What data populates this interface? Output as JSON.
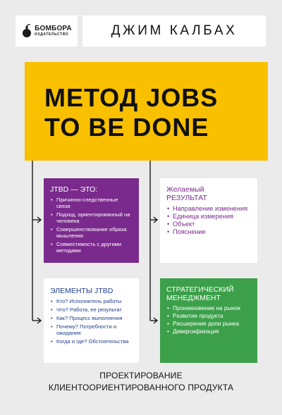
{
  "publisher": {
    "name": "БОМБОРА",
    "subtitle": "ИЗДАТЕЛЬСТВО"
  },
  "author": "ДЖИМ КАЛБАХ",
  "title_lines": [
    "МЕТОД JOBS",
    "TO BE DONE"
  ],
  "cards": {
    "jtbd": {
      "title": "JTBD — ЭТО:",
      "items": [
        "Причинно-следственные связи",
        "Подход, ориентированный на человека",
        "Совершенствование образа мышления",
        "Совместимость с другими методами"
      ]
    },
    "result": {
      "title_lines": [
        "Желаемый",
        "результат"
      ],
      "items": [
        "Направление изменения",
        "Единица измерения",
        "Объект",
        "Пояснение"
      ]
    },
    "elements": {
      "title": "ЭЛЕМЕНТЫ JTBD",
      "items": [
        "Кто? Исполнитель работы",
        "Что? Работа, ее результат",
        "Как? Процесс выполнения",
        "Почему? Потребности и ожидания",
        "Когда и где? Обстоятельства"
      ]
    },
    "strategy": {
      "title_lines": [
        "СТРАТЕГИЧЕСКИЙ",
        "МЕНЕДЖМЕНТ"
      ],
      "items": [
        "Проникновение на рынок",
        "Развитие продукта",
        "Расширение доли рынка",
        "Диверсификация"
      ]
    }
  },
  "subtitle_lines": [
    "ПРОЕКТИРОВАНИЕ",
    "КЛИЕНТООРИЕНТИРОВАННОГО ПРОДУКТА"
  ],
  "colors": {
    "background": "#ebebeb",
    "title_box": "#f9c000",
    "purple": "#7a2a8c",
    "green": "#3ca04a",
    "blue_text": "#1e3f8f"
  }
}
